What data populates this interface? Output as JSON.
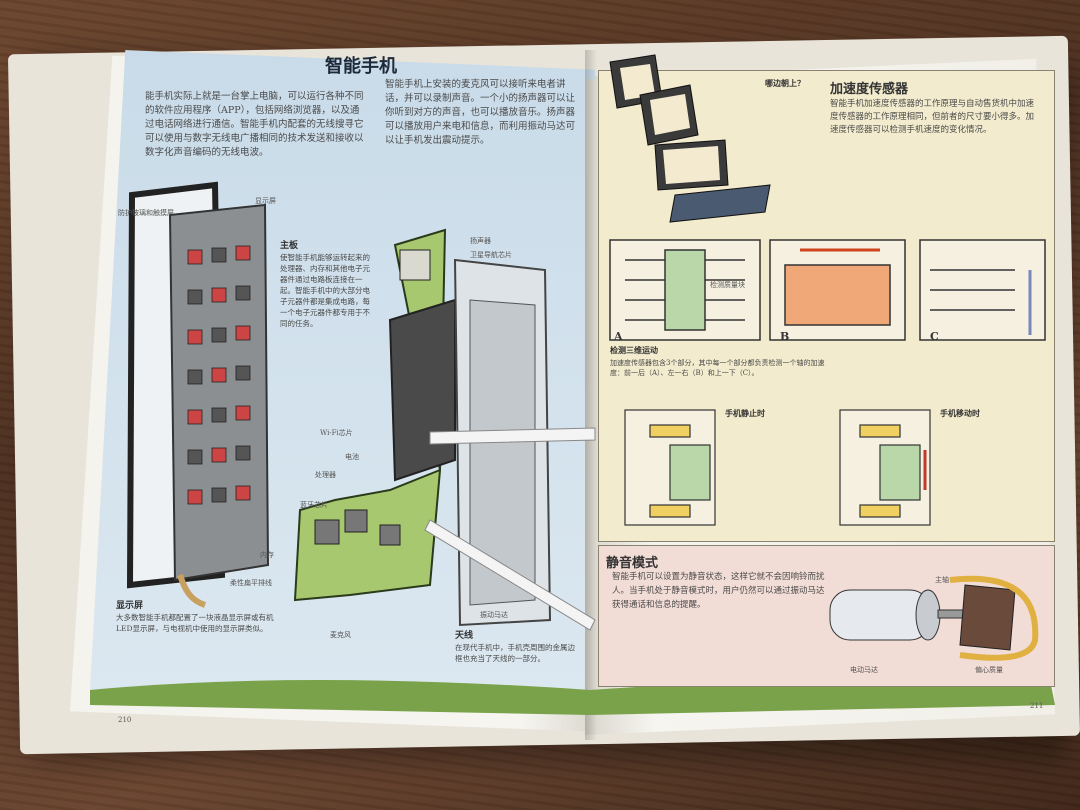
{
  "left_page": {
    "title": "智能手机",
    "intro": "能手机实际上就是一台掌上电脑，可以运行各种不同的软件应用程序（APP），包括网络浏览器，以及通过电话网络进行通信。智能手机内配套的无线搜寻它可以使用与数字无线电广播相同的技术发送和接收以数字化声音编码的无线电波。",
    "col2": "智能手机上安装的麦克风可以接听来电者讲话，并可以录制声音。一个小的扬声器可以让你听到对方的声音，也可以播放音乐。扬声器可以播放用户来电和信息，而利用振动马达可以让手机发出震动提示。",
    "board_title": "主板",
    "board_text": "使智能手机能够运转起来的处理器、内存和其他电子元器件通过电路板连接在一起。智能手机中的大部分电子元器件都是集成电路，每一个电子元器件都专用于不同的任务。",
    "display_title": "显示屏",
    "display_text": "大多数智能手机都配置了一块液晶显示屏或有机LED显示屏，与电视机中使用的显示屏类似。",
    "antenna_title": "天线",
    "antenna_text": "在现代手机中，手机壳周围的金属边框也充当了天线的一部分。",
    "labels": [
      "显示屏",
      "防护玻璃和触摸屏",
      "扬声器",
      "卫星导航芯片",
      "Wi-Fi芯片",
      "电池",
      "处理器",
      "蓝牙芯片",
      "内存",
      "柔性扁平排线",
      "麦克风",
      "振动马达"
    ],
    "page_number": "210"
  },
  "right_page": {
    "accel_title": "加速度传感器",
    "accel_text": "智能手机加速度传感器的工作原理与自动售货机中加速度传感器的工作原理相同，但前者的尺寸要小得多。加速度传感器可以检测手机速度的变化情况。",
    "which_way": "哪边朝上？",
    "detect_title": "检测三维运动",
    "detect_text": "加速度传感器包含3个部分，其中每一个部分都负责检测一个轴的加速度：前一后（A）、左一右（B）和上一下（C）。",
    "still_title": "手机静止时",
    "moving_title": "手机移动时",
    "silent_title": "静音模式",
    "silent_text": "智能手机可以设置为静音状态，这样它就不会因响铃而扰人。当手机处于静音模式时，用户仍然可以通过振动马达获得通话和信息的提醒。",
    "labels": [
      "检测质量块",
      "电动马达",
      "主轴",
      "偏心质量"
    ],
    "panel_letters": [
      "A",
      "B",
      "C"
    ],
    "page_number": "211"
  }
}
